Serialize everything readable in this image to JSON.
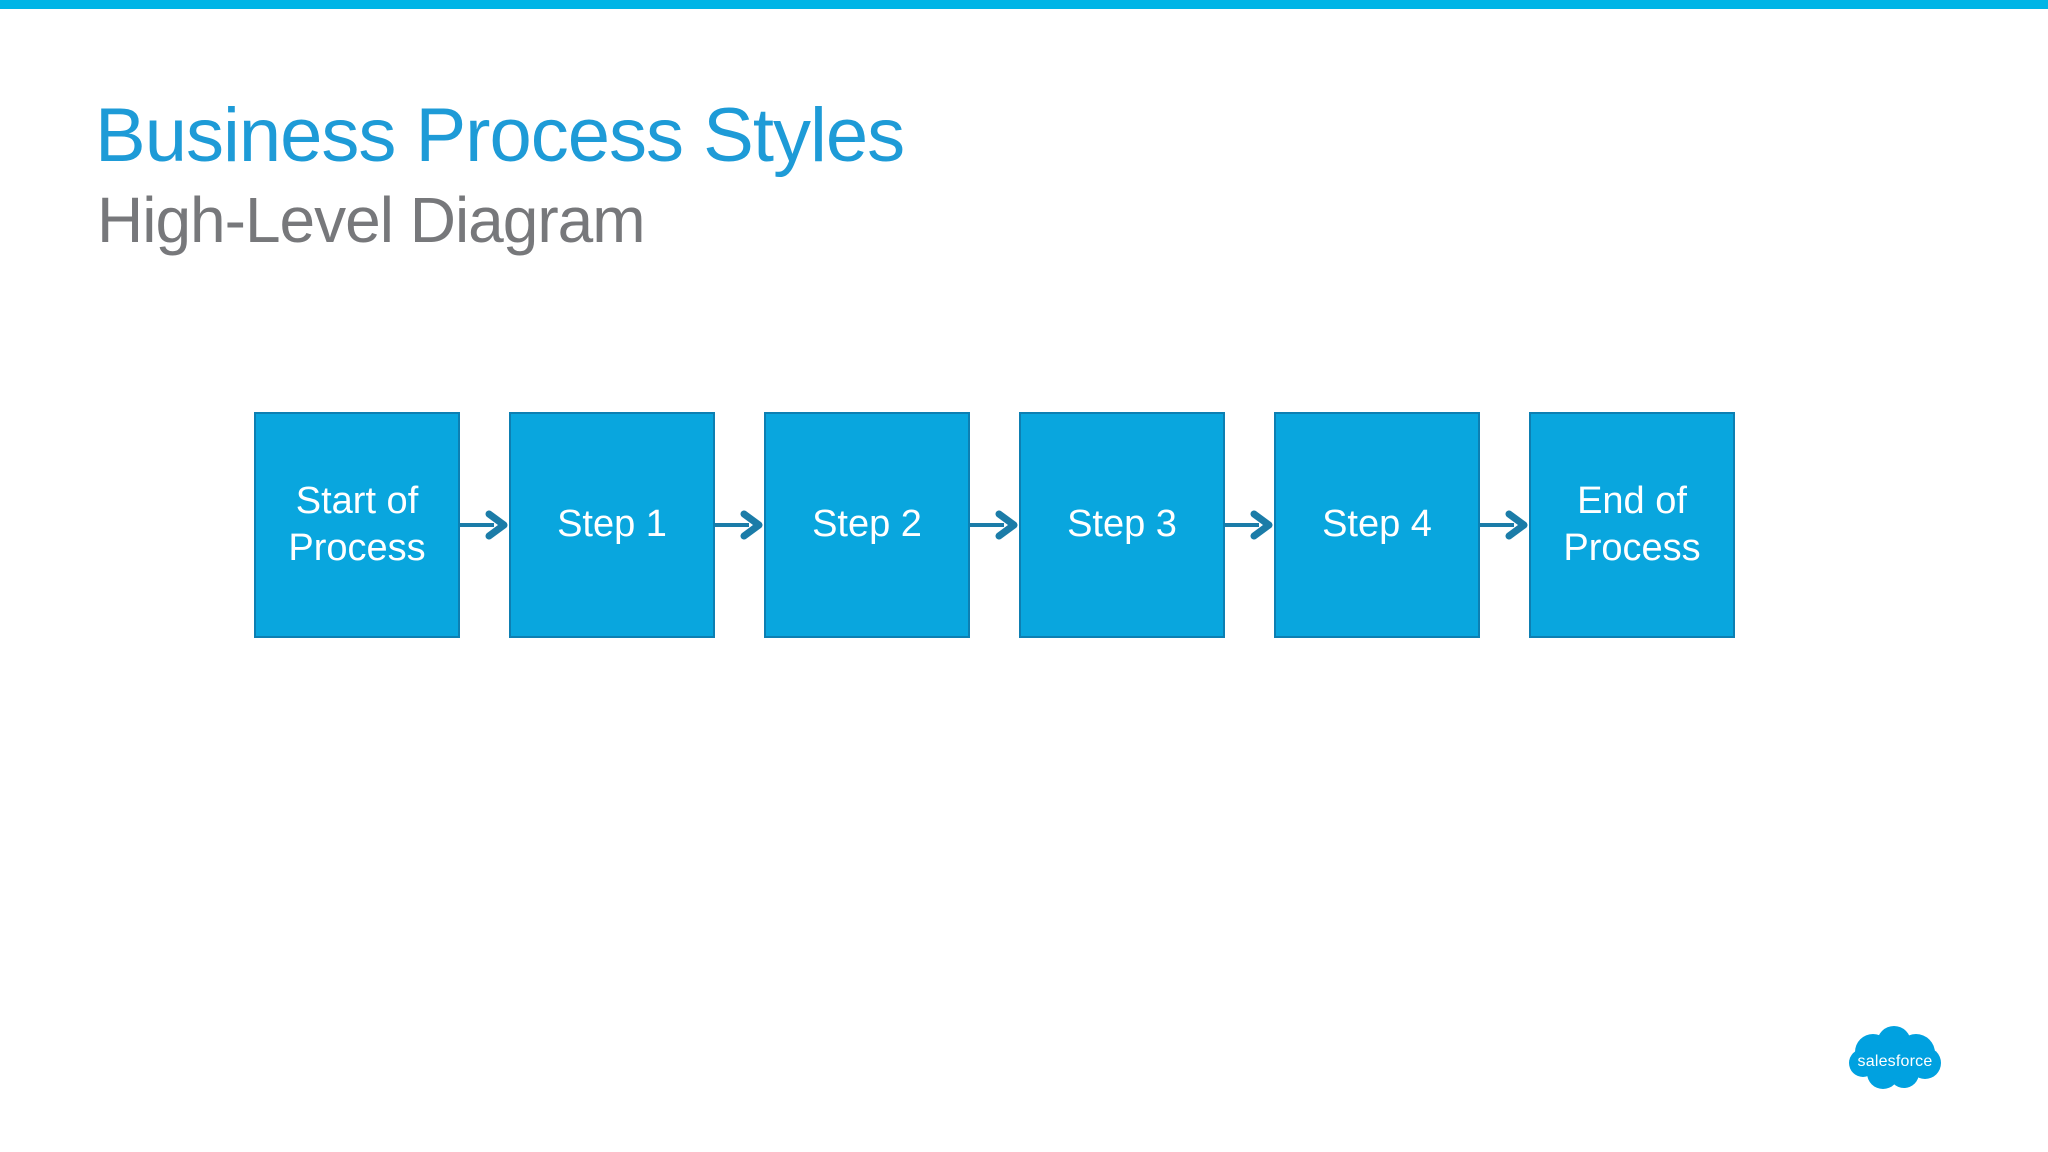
{
  "slide": {
    "title": "Business Process Styles",
    "subtitle": "High-Level Diagram"
  },
  "diagram": {
    "type": "flow",
    "direction": "left-to-right",
    "steps": [
      {
        "label": "Start of Process"
      },
      {
        "label": "Step 1"
      },
      {
        "label": "Step 2"
      },
      {
        "label": "Step 3"
      },
      {
        "label": "Step 4"
      },
      {
        "label": "End of Process"
      }
    ],
    "connector": "arrow-right-icon"
  },
  "footer": {
    "logo_text": "salesforce"
  },
  "colors": {
    "accent_bar": "#00B5E6",
    "title_text": "#1E9BD7",
    "subtitle_text": "#77787B",
    "box_fill": "#09A6DE",
    "box_border": "#0D7FB2",
    "box_text": "#FFFFFF",
    "arrow": "#1B7CA8",
    "logo_cloud": "#00A1E0"
  }
}
